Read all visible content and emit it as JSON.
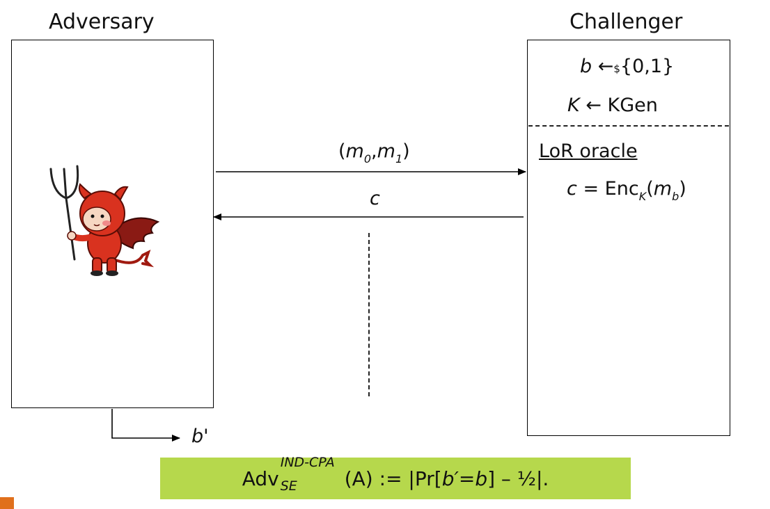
{
  "adversary": {
    "title": "Adversary"
  },
  "challenger": {
    "title": "Challenger",
    "setup_line1": {
      "var": "b",
      "arrow": "←",
      "dollar": "$",
      "set": "{0,1}"
    },
    "setup_line2": {
      "var": "K",
      "arrow": "←",
      "func": "KGen"
    },
    "oracle_title": "LoR oracle",
    "oracle_line": {
      "var": "c",
      "eq": "=",
      "func": "Enc",
      "sub": "K",
      "open": "(",
      "arg": "m",
      "arg_sub": "b",
      "close": ")"
    }
  },
  "messages": {
    "query": {
      "open": "(",
      "m0": "m",
      "m0_sub": "0",
      "comma": ",",
      "m1": "m",
      "m1_sub": "1",
      "close": ")"
    },
    "response": "c"
  },
  "output": {
    "label": "b'"
  },
  "advantage": {
    "prefix": "Adv",
    "superscript": "IND-CPA",
    "subscript": "SE",
    "arg": "(A)",
    "definition_a": " := |Pr[",
    "b_prime": "b′",
    "eq": "=",
    "b": "b",
    "definition_b": "] – ½|."
  },
  "colors": {
    "formula_background": "#b6d84c",
    "corner_accent": "#e0701c",
    "devil_red": "#d9321f",
    "wing": "#8a1a14"
  },
  "icons": {
    "adversary": "devil-character-icon"
  }
}
